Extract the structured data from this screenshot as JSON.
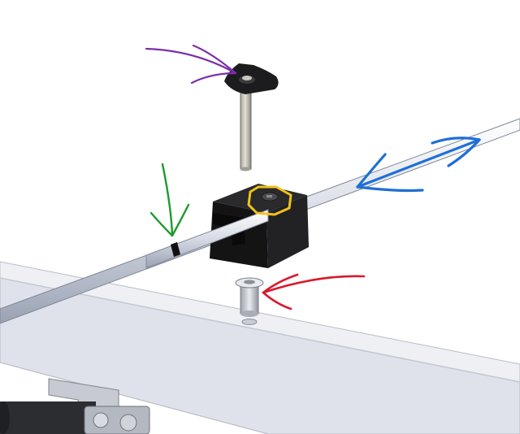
{
  "scene": {
    "description_free": true,
    "parts": [
      {
        "id": "knob",
        "icon": "knob-icon"
      },
      {
        "id": "bolt",
        "icon": "bolt-icon"
      },
      {
        "id": "clamp-block",
        "icon": "clamp-block-icon"
      },
      {
        "id": "rod",
        "icon": "rod-icon"
      },
      {
        "id": "flange-bushing",
        "icon": "bushing-icon"
      },
      {
        "id": "frame-beam",
        "icon": "beam-icon"
      }
    ],
    "annotations": [
      {
        "id": "purple-arrow",
        "color": "#7a2fa8",
        "target": "knob"
      },
      {
        "id": "green-arrow",
        "color": "#1e9a2e",
        "target": "rod-marker"
      },
      {
        "id": "blue-double-arrow",
        "color": "#1f6fd6",
        "target": "rod"
      },
      {
        "id": "yellow-circle",
        "color": "#f2c21a",
        "target": "clamp-hole"
      },
      {
        "id": "red-arrow",
        "color": "#d8192b",
        "target": "flange-bushing"
      }
    ]
  }
}
